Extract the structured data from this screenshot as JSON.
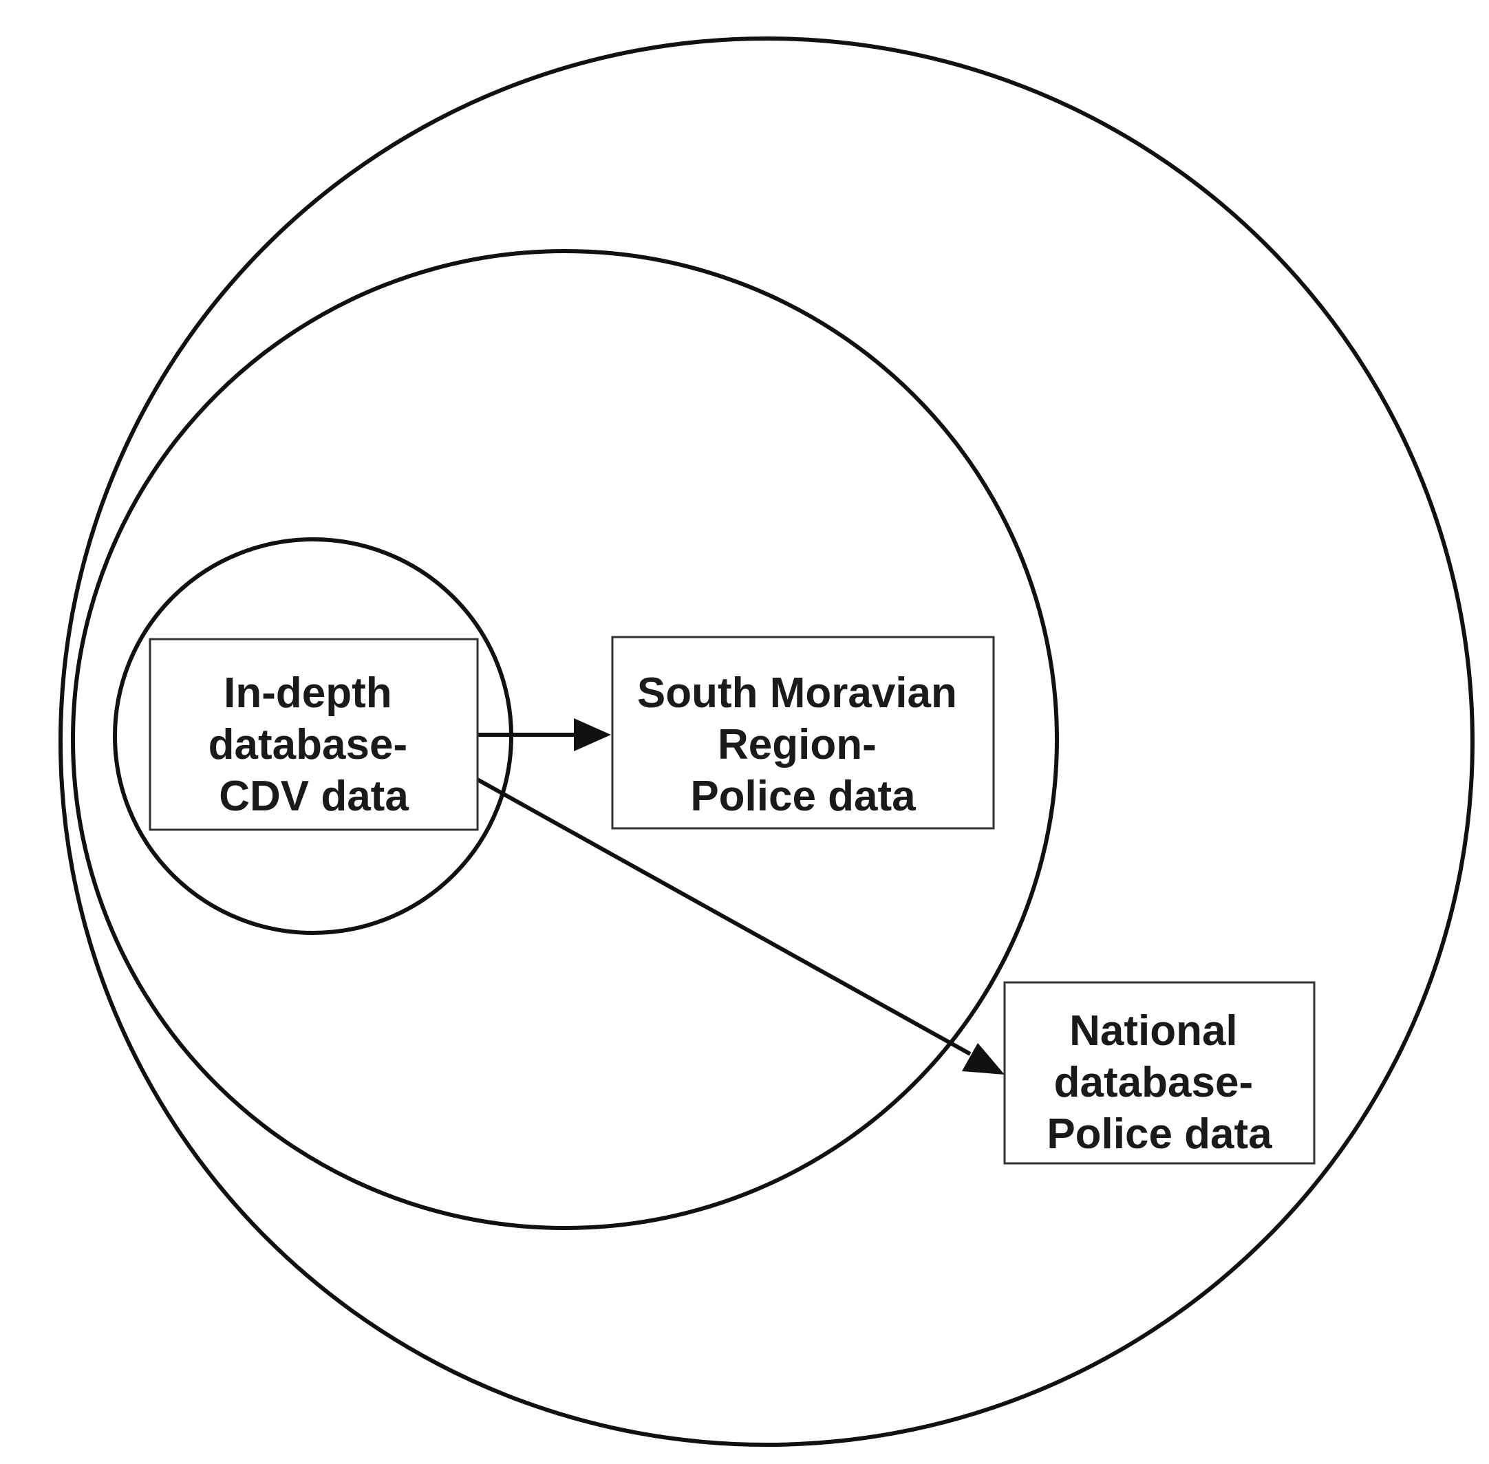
{
  "boxes": {
    "in_depth": {
      "lines": [
        "In-depth",
        "database-",
        "CDV data"
      ]
    },
    "south_moravian": {
      "lines": [
        "South Moravian",
        "Region-",
        "Police data"
      ]
    },
    "national": {
      "lines": [
        "National",
        "database-",
        "Police data"
      ]
    }
  },
  "colors": {
    "line": "#111111",
    "box_border": "#333333",
    "text": "#1a1a1a",
    "background": "#ffffff"
  }
}
